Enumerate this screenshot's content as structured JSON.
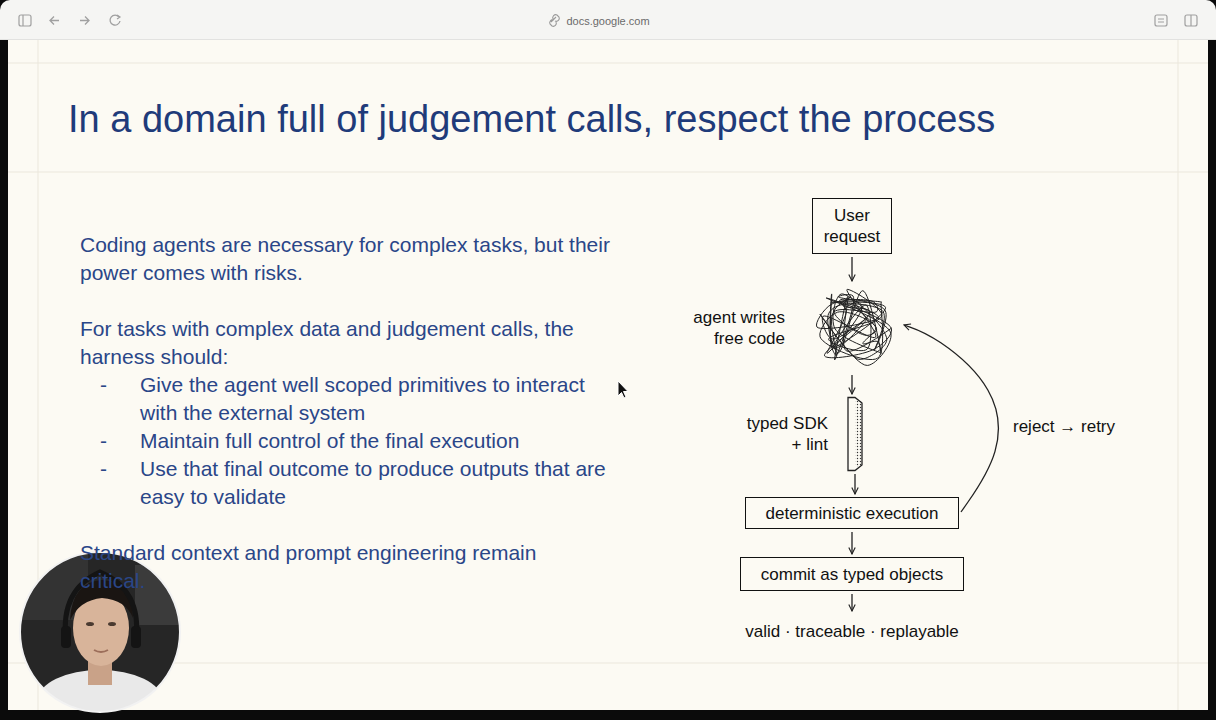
{
  "diagram": {
    "title": "In a domain full of judgement calls, respect the process",
    "nodes": [
      {
        "text": [
          "User request"
        ]
      },
      {
        "text": [
          "agent writes free code"
        ]
      },
      {
        "text": [
          "typed SDK + lint"
        ]
      },
      {
        "text": [
          "deterministic execution"
        ]
      },
      {
        "text": [
          "commit as typed objects"
        ]
      },
      {
        "text": [
          "valid · traceable · replayable"
        ]
      }
    ],
    "edges": [
      {
        "from": 0,
        "to": 1,
        "arrow": "to"
      },
      {
        "from": 1,
        "to": 2,
        "arrow": "to"
      },
      {
        "from": 2,
        "to": 3,
        "arrow": "to"
      },
      {
        "from": 3,
        "to": 4,
        "arrow": "to"
      },
      {
        "from": 4,
        "to": 5,
        "arrow": "to"
      },
      {
        "from": 3,
        "to": 1,
        "label": "reject → retry",
        "arrow": "to"
      }
    ],
    "labels": [
      "docs.google.com",
      "Coding agents are necessary for complex tasks, but their power comes with risks.",
      "For tasks with complex data and judgement calls, the harness should:",
      "-",
      "Give the agent well scoped primitives to interact with the external system",
      "-",
      "Maintain full control of the final execution",
      "-",
      "Use that final outcome to produce outputs that are easy to validate",
      "Standard context and prompt engineering remain critical."
    ]
  }
}
